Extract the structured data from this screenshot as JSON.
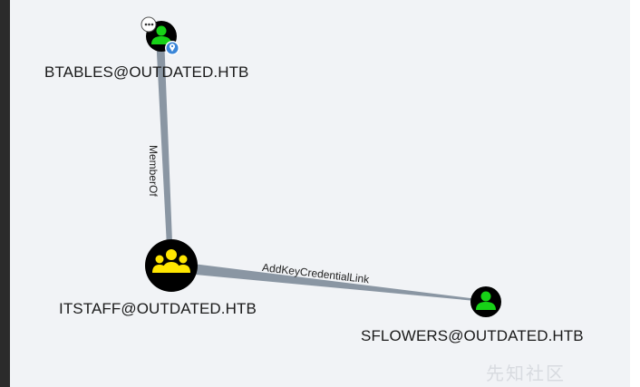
{
  "graph": {
    "nodes": [
      {
        "id": "btables",
        "label": "BTABLES@OUTDATED.HTB",
        "kind": "user",
        "badges": [
          "chat-bubble-icon",
          "owned-pin-icon"
        ]
      },
      {
        "id": "itstaff",
        "label": "ITSTAFF@OUTDATED.HTB",
        "kind": "group"
      },
      {
        "id": "sflowers",
        "label": "SFLOWERS@OUTDATED.HTB",
        "kind": "user"
      }
    ],
    "edges": [
      {
        "from": "btables",
        "to": "itstaff",
        "label": "MemberOf"
      },
      {
        "from": "itstaff",
        "to": "sflowers",
        "label": "AddKeyCredentialLink"
      }
    ]
  },
  "watermark": "先知社区",
  "colors": {
    "canvas": "#f1f3f6",
    "edge": "#8a96a3",
    "user_node_fill": "#17d217",
    "group_node_fill": "#ffe600",
    "node_ring": "#000000",
    "badge_blue": "#3a86d8"
  }
}
